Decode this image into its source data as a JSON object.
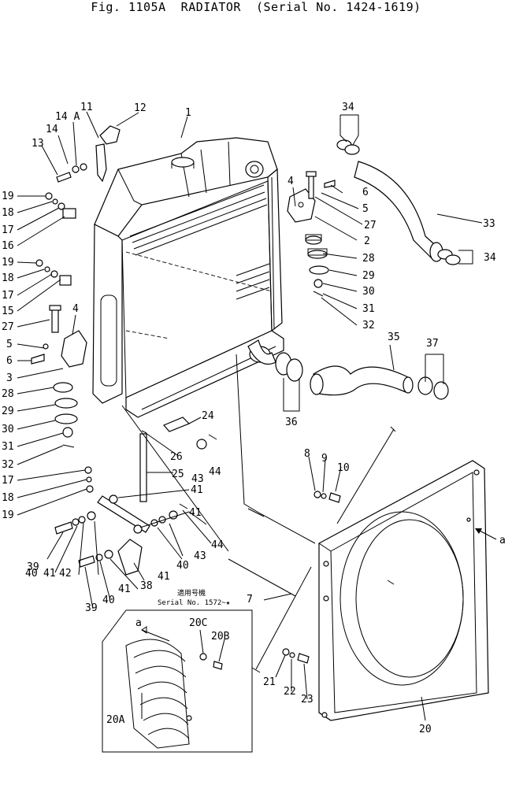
{
  "title": "Fig. 1105A  RADIATOR  (Serial No. 1424-1619)",
  "inset": {
    "serial_cjk": "適用号機",
    "serial_label": "Serial No.  1572~★",
    "arrow_label": "a"
  },
  "view_mark": "a",
  "callouts": {
    "c1": "1",
    "c2": "2",
    "c3": "3",
    "c4a": "4",
    "c4b": "4",
    "c5a": "5",
    "c5b": "5",
    "c6a": "6",
    "c6b": "6",
    "c7": "7",
    "c9": "9",
    "c10": "10",
    "c8": "8",
    "c11": "11",
    "c12": "12",
    "c13": "13",
    "c14": "14",
    "c14a": "14 A",
    "c15": "15",
    "c16": "16",
    "c17a": "17",
    "c17b": "17",
    "c17c": "17",
    "c18a": "18",
    "c18b": "18",
    "c18c": "18",
    "c19a": "19",
    "c19b": "19",
    "c19c": "19",
    "c20": "20",
    "c20a": "20A",
    "c20b": "20B",
    "c20c": "20C",
    "c21": "21",
    "c22": "22",
    "c23": "23",
    "c24": "24",
    "c25": "25",
    "c26": "26",
    "c27a": "27",
    "c27b": "27",
    "c28a": "28",
    "c28b": "28",
    "c29a": "29",
    "c29b": "29",
    "c30a": "30",
    "c30b": "30",
    "c31a": "31",
    "c31b": "31",
    "c32a": "32",
    "c32b": "32",
    "c33": "33",
    "c34a": "34",
    "c34b": "34",
    "c35": "35",
    "c36": "36",
    "c37": "37",
    "c38": "38",
    "c39a": "39",
    "c39b": "39",
    "c40a": "40",
    "c40b": "40",
    "c41a": "41",
    "c41b": "41",
    "c41c": "41",
    "c41d": "41",
    "c42": "42",
    "c43a": "43",
    "c43b": "43",
    "c44a": "44",
    "c44b": "44"
  }
}
